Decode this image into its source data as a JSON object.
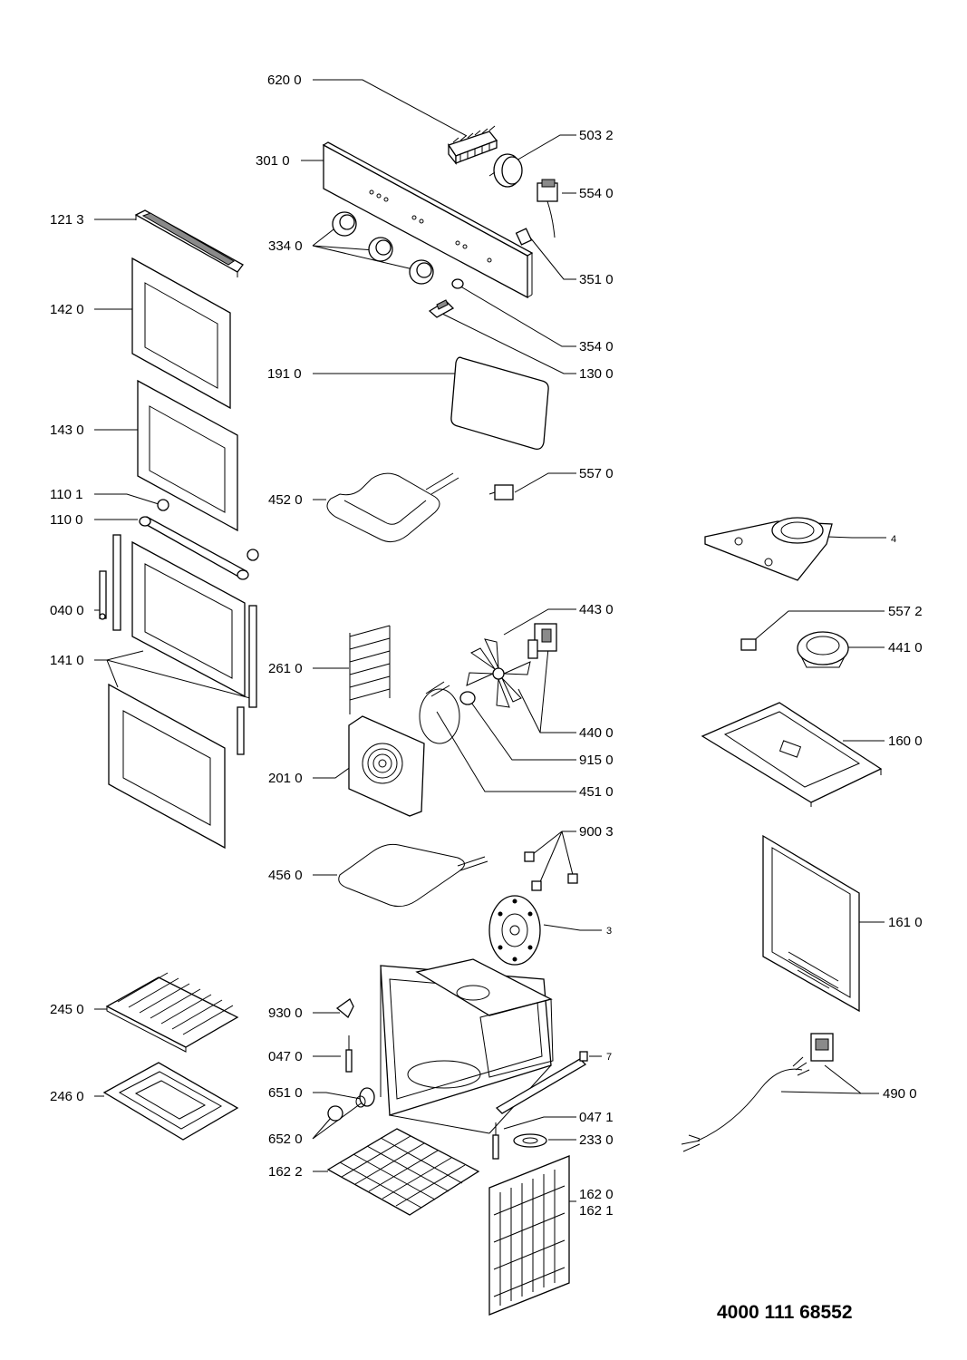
{
  "document_number": "4000 111 68552",
  "parts": [
    {
      "id": "p-6200",
      "label": "620 0"
    },
    {
      "id": "p-5032",
      "label": "503 2"
    },
    {
      "id": "p-3010",
      "label": "301 0"
    },
    {
      "id": "p-5540",
      "label": "554 0"
    },
    {
      "id": "p-1213",
      "label": "121 3"
    },
    {
      "id": "p-3340",
      "label": "334 0"
    },
    {
      "id": "p-3510",
      "label": "351 0"
    },
    {
      "id": "p-1420",
      "label": "142 0"
    },
    {
      "id": "p-3540",
      "label": "354 0"
    },
    {
      "id": "p-1910",
      "label": "191 0"
    },
    {
      "id": "p-1300",
      "label": "130 0"
    },
    {
      "id": "p-1430",
      "label": "143 0"
    },
    {
      "id": "p-5570",
      "label": "557 0"
    },
    {
      "id": "p-1101",
      "label": "110 1"
    },
    {
      "id": "p-4520",
      "label": "452 0"
    },
    {
      "id": "p-1100",
      "label": "110 0"
    },
    {
      "id": "p-4",
      "label": "4"
    },
    {
      "id": "p-0400",
      "label": "040 0"
    },
    {
      "id": "p-4430",
      "label": "443 0"
    },
    {
      "id": "p-5572",
      "label": "557 2"
    },
    {
      "id": "p-4410",
      "label": "441 0"
    },
    {
      "id": "p-1410",
      "label": "141 0"
    },
    {
      "id": "p-2610",
      "label": "261 0"
    },
    {
      "id": "p-4400",
      "label": "440 0"
    },
    {
      "id": "p-1600",
      "label": "160 0"
    },
    {
      "id": "p-9150",
      "label": "915 0"
    },
    {
      "id": "p-2010",
      "label": "201 0"
    },
    {
      "id": "p-4510",
      "label": "451 0"
    },
    {
      "id": "p-9003",
      "label": "900 3"
    },
    {
      "id": "p-4560",
      "label": "456 0"
    },
    {
      "id": "p-3",
      "label": "3"
    },
    {
      "id": "p-1610",
      "label": "161 0"
    },
    {
      "id": "p-2450",
      "label": "245 0"
    },
    {
      "id": "p-9300",
      "label": "930 0"
    },
    {
      "id": "p-0470",
      "label": "047 0"
    },
    {
      "id": "p-7",
      "label": "7"
    },
    {
      "id": "p-4900",
      "label": "490 0"
    },
    {
      "id": "p-2460",
      "label": "246 0"
    },
    {
      "id": "p-6510",
      "label": "651 0"
    },
    {
      "id": "p-0471",
      "label": "047 1"
    },
    {
      "id": "p-6520",
      "label": "652 0"
    },
    {
      "id": "p-2330",
      "label": "233 0"
    },
    {
      "id": "p-1622",
      "label": "162 2"
    },
    {
      "id": "p-1620",
      "label": "162 0"
    },
    {
      "id": "p-1621",
      "label": "162 1"
    }
  ]
}
